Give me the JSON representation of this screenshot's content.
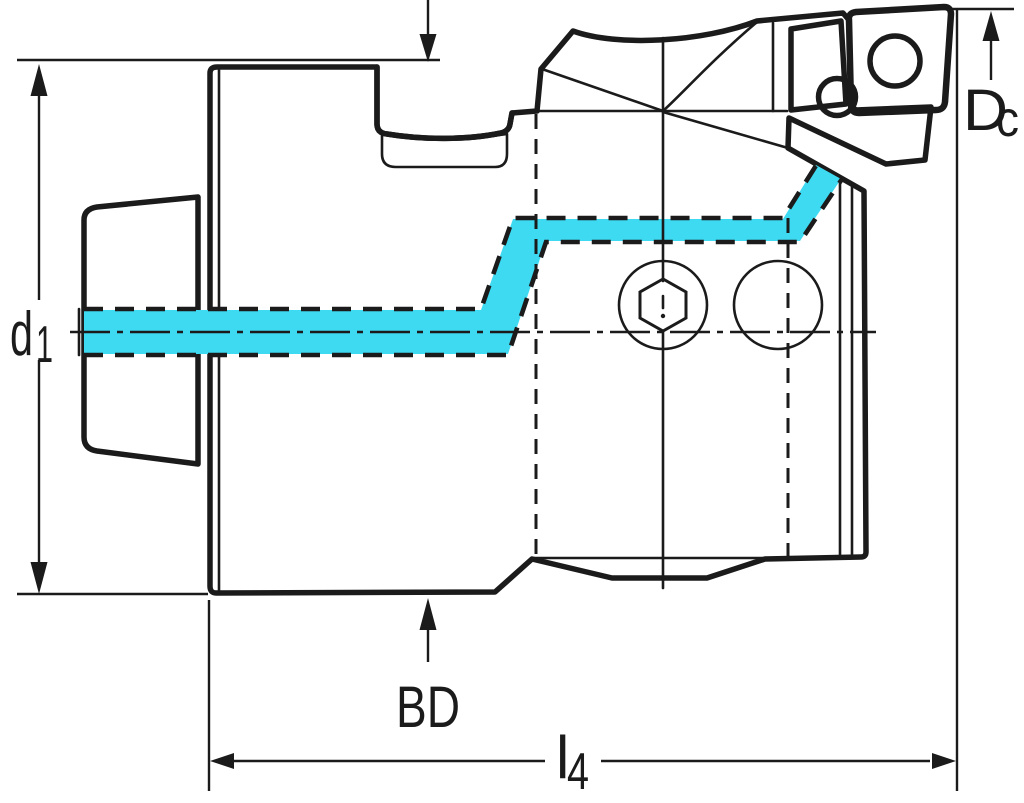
{
  "labels": {
    "d1": {
      "base": "d",
      "sub": "1"
    },
    "bd": {
      "base": "BD"
    },
    "l4": {
      "base": "l",
      "sub": "4"
    },
    "dc": {
      "base": "D",
      "sub": "c"
    }
  },
  "colors": {
    "background": "#ffffff",
    "body_gray": "#d6dbda",
    "insert_yellow": "#f1c87c",
    "coolant_cyan": "#3edaf2",
    "line_black": "#1b1b1b"
  }
}
